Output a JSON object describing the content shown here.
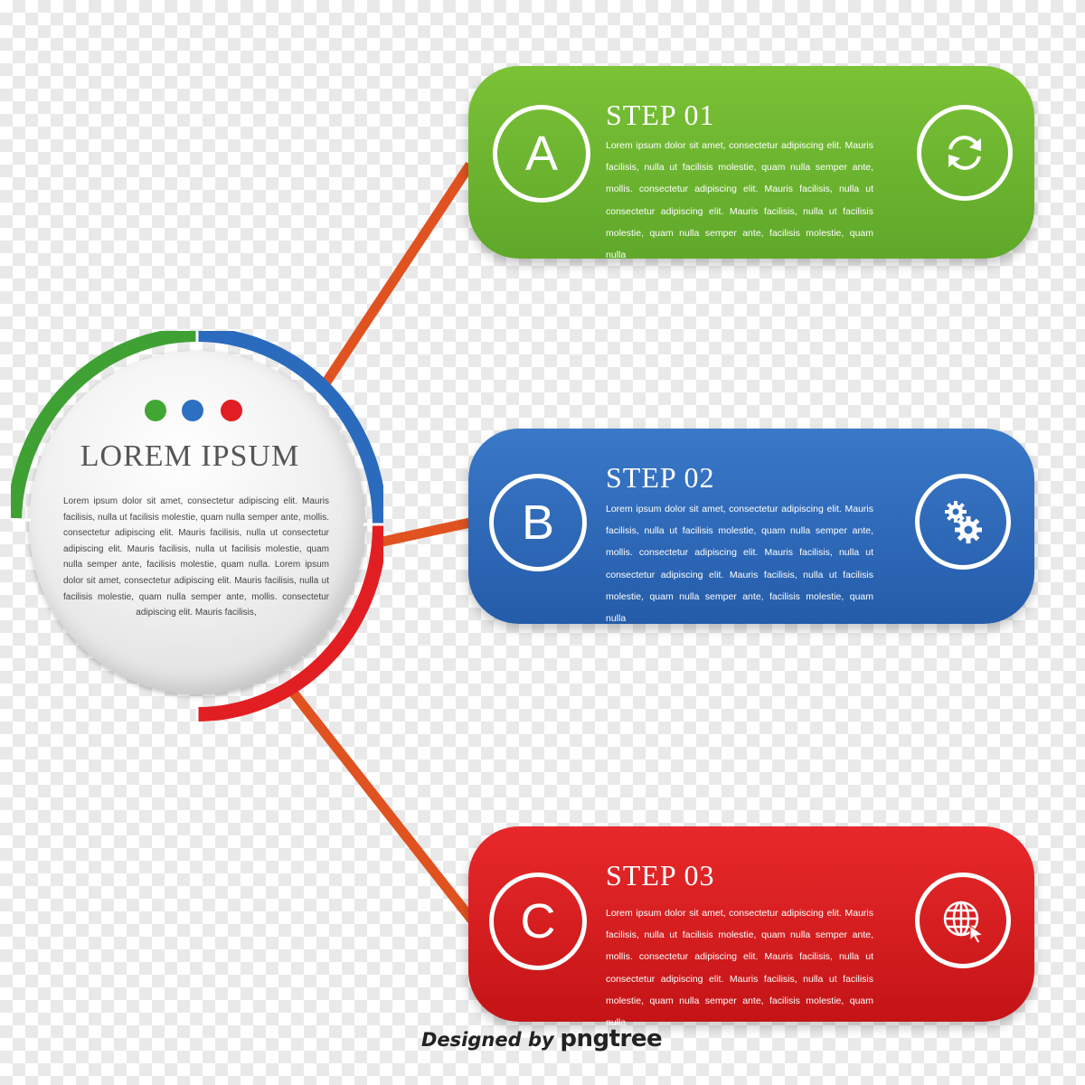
{
  "hub": {
    "title": "LOREM IPSUM",
    "body": "Lorem ipsum dolor sit amet, consectetur adipiscing elit. Mauris facilisis, nulla ut facilisis molestie, quam nulla semper ante, mollis. consectetur adipiscing elit. Mauris facilisis, nulla ut consectetur adipiscing elit. Mauris facilisis, nulla ut facilisis molestie, quam nulla semper ante, facilisis molestie, quam nulla. Lorem ipsum dolor sit amet, consectetur adipiscing elit. Mauris facilisis, nulla ut facilisis molestie, quam nulla semper ante, mollis. consectetur adipiscing elit. Mauris facilisis,",
    "dots": [
      "#41a634",
      "#2d6fc0",
      "#e01e24"
    ],
    "ring_colors": [
      "#3fa134",
      "#2a6bbd",
      "#e11f23"
    ]
  },
  "steps": [
    {
      "letter": "A",
      "title": "STEP 01",
      "body": "Lorem ipsum dolor sit amet, consectetur adipiscing elit. Mauris facilisis, nulla ut facilisis molestie, quam nulla semper ante, mollis. consectetur adipiscing elit. Mauris facilisis, nulla ut consectetur adipiscing elit. Mauris facilisis, nulla ut facilisis molestie, quam nulla semper ante, facilisis molestie, quam nulla",
      "icon": "refresh-icon",
      "color": "#6db531"
    },
    {
      "letter": "B",
      "title": "STEP 02",
      "body": "Lorem ipsum dolor sit amet, consectetur adipiscing elit. Mauris facilisis, nulla ut facilisis molestie, quam nulla semper ante, mollis. consectetur adipiscing elit. Mauris facilisis, nulla ut consectetur adipiscing elit. Mauris facilisis, nulla ut facilisis molestie, quam nulla semper ante, facilisis molestie, quam nulla",
      "icon": "gears-icon",
      "color": "#2f6bbb"
    },
    {
      "letter": "C",
      "title": "STEP 03",
      "body": "Lorem ipsum dolor sit amet, consectetur adipiscing elit. Mauris facilisis, nulla ut facilisis molestie, quam nulla semper ante, mollis. consectetur adipiscing elit. Mauris facilisis, nulla ut consectetur adipiscing elit. Mauris facilisis, nulla ut facilisis molestie, quam nulla semper ante, facilisis molestie, quam nulla",
      "icon": "globe-cursor-icon",
      "color": "#dc1d1f"
    }
  ],
  "connector_color": "#e0521f",
  "credit": {
    "prefix": "Designed by",
    "brand": "pngtree"
  }
}
